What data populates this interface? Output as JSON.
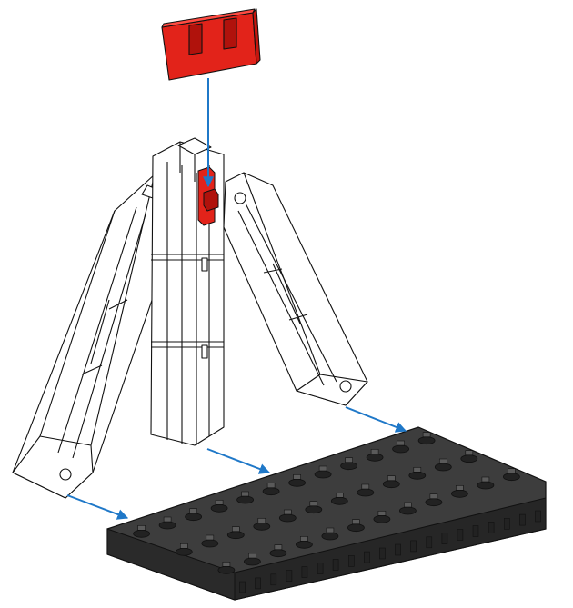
{
  "diagram": {
    "kind": "assembly-instruction",
    "parts": [
      {
        "id": "red-building-block",
        "color": "#e2231a",
        "role": "piece being inserted"
      },
      {
        "id": "white-tower-structure",
        "color": "#ffffff",
        "role": "assembled tripod of building blocks"
      },
      {
        "id": "dark-base-plate",
        "color": "#3d3d3d",
        "role": "base plate with connector grid"
      }
    ],
    "arrows": [
      {
        "id": "arrow-red-block-into-tower",
        "color": "#1f78c8"
      },
      {
        "id": "arrow-left-leg-to-plate",
        "color": "#1f78c8"
      },
      {
        "id": "arrow-center-to-plate",
        "color": "#1f78c8"
      },
      {
        "id": "arrow-right-leg-to-plate",
        "color": "#1f78c8"
      }
    ],
    "colors": {
      "outline": "#111111",
      "piece_fill": "#ffffff",
      "red": "#e2231a",
      "red_dark": "#b0120c",
      "plate": "#3d3d3d",
      "plate_dark": "#222222",
      "plate_light": "#5a5a5a",
      "arrow": "#1f78c8"
    }
  }
}
